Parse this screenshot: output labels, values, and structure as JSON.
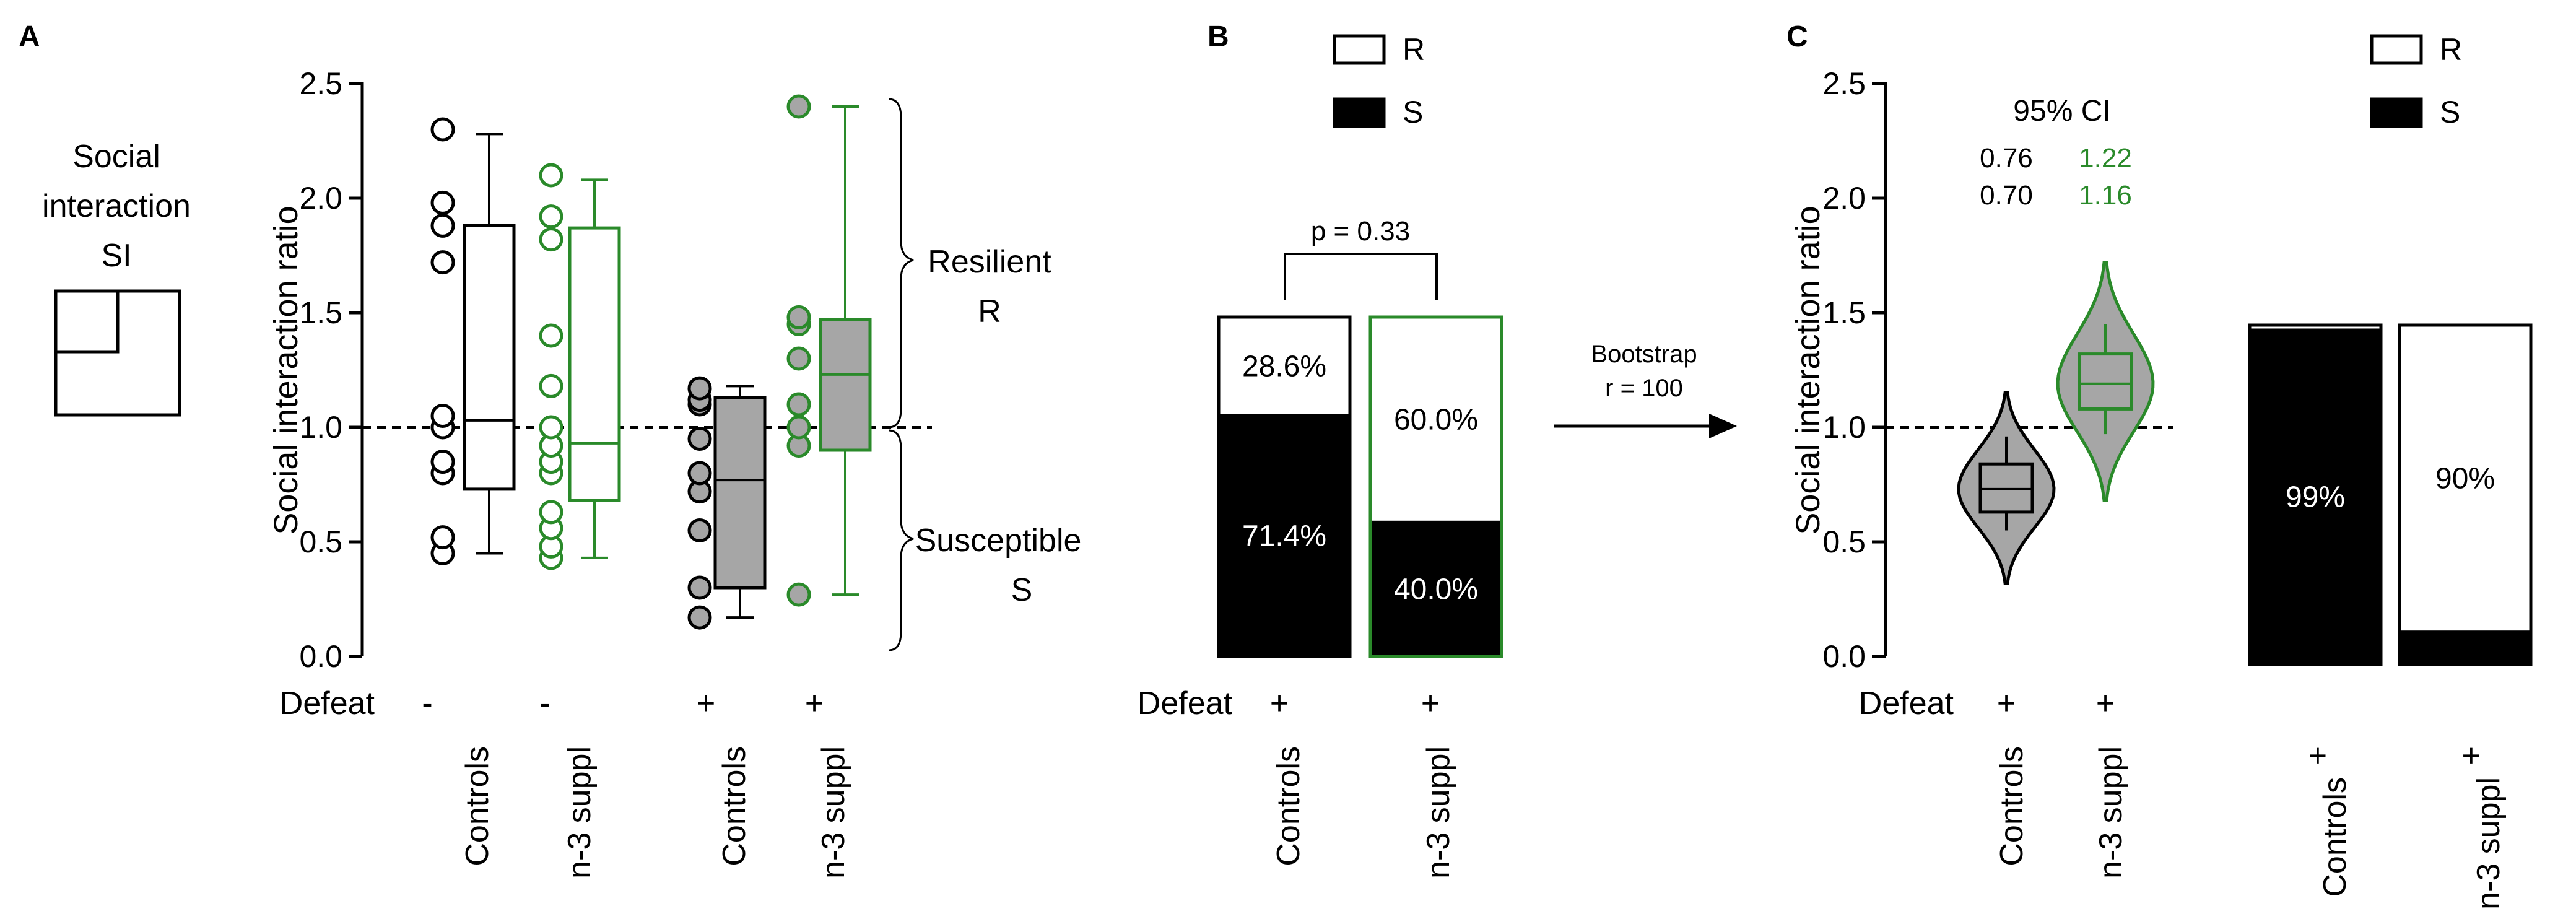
{
  "colors": {
    "black": "#000000",
    "green": "#2a8a2a",
    "gray": "#a6a6a6",
    "white": "#ffffff"
  },
  "panel_labels": {
    "a": "A",
    "b": "B",
    "c": "C"
  },
  "schematic": {
    "line1": "Social",
    "line2": "interaction",
    "line3": "SI"
  },
  "defeat_label": "Defeat",
  "annotations": {
    "resilient": "Resilient",
    "resilient_abbr": "R",
    "susceptible": "Susceptible",
    "susceptible_abbr": "S",
    "bootstrap": "Bootstrap",
    "bootstrap_r": "r = 100",
    "ci_title": "95% CI"
  },
  "chart_data": [
    {
      "panel": "A",
      "type": "box",
      "ylabel": "Social interaction ratio",
      "ylim": [
        0,
        2.5
      ],
      "yticks": [
        "0.0",
        "0.5",
        "1.0",
        "1.5",
        "2.0",
        "2.5"
      ],
      "threshold": 1.0,
      "groups": [
        {
          "name": "Controls",
          "defeat": "-",
          "color": "black",
          "fill": "white",
          "whisker": [
            0.45,
            2.28
          ],
          "q1": 0.73,
          "median": 1.03,
          "q3": 1.88,
          "points": [
            0.45,
            0.52,
            0.8,
            0.85,
            1.0,
            1.05,
            1.72,
            1.88,
            1.98,
            2.3
          ]
        },
        {
          "name": "n-3 suppl",
          "defeat": "-",
          "color": "green",
          "fill": "white",
          "whisker": [
            0.43,
            2.08
          ],
          "q1": 0.68,
          "median": 0.93,
          "q3": 1.87,
          "points": [
            0.43,
            0.48,
            0.56,
            0.63,
            0.8,
            0.85,
            0.92,
            1.0,
            1.18,
            1.4,
            1.82,
            1.92,
            2.1
          ]
        },
        {
          "name": "Controls",
          "defeat": "+",
          "color": "black",
          "fill": "gray",
          "whisker": [
            0.17,
            1.18
          ],
          "q1": 0.3,
          "median": 0.77,
          "q3": 1.13,
          "points": [
            0.17,
            0.3,
            0.55,
            0.72,
            0.8,
            0.95,
            1.1,
            1.12,
            1.17
          ]
        },
        {
          "name": "n-3 suppl",
          "defeat": "+",
          "color": "green",
          "fill": "gray",
          "whisker": [
            0.27,
            2.4
          ],
          "q1": 0.9,
          "median": 1.23,
          "q3": 1.47,
          "points": [
            0.27,
            0.92,
            1.0,
            1.1,
            1.3,
            1.45,
            1.48,
            2.4
          ]
        }
      ]
    },
    {
      "panel": "B",
      "type": "stacked_bar",
      "pvalue": "p = 0.33",
      "legend": [
        {
          "name": "R",
          "fill": "white"
        },
        {
          "name": "S",
          "fill": "black"
        }
      ],
      "groups": [
        {
          "name": "Controls",
          "defeat": "+",
          "color": "black",
          "R": 28.6,
          "S": 71.4,
          "R_label": "28.6%",
          "S_label": "71.4%"
        },
        {
          "name": "n-3 suppl",
          "defeat": "+",
          "color": "green",
          "R": 60.0,
          "S": 40.0,
          "R_label": "60.0%",
          "S_label": "40.0%"
        }
      ]
    },
    {
      "panel": "C",
      "type": "violin",
      "ylabel": "Social interaction ratio",
      "ylim": [
        0,
        2.5
      ],
      "yticks": [
        "0.0",
        "0.5",
        "1.0",
        "1.5",
        "2.0",
        "2.5"
      ],
      "threshold": 1.0,
      "ci": [
        {
          "group": "Controls",
          "upper": "0.76",
          "lower": "0.70",
          "color": "black"
        },
        {
          "group": "n-3 suppl",
          "upper": "1.22",
          "lower": "1.16",
          "color": "green"
        }
      ],
      "groups": [
        {
          "name": "Controls",
          "defeat": "+",
          "color": "black",
          "min": 0.32,
          "q1": 0.63,
          "median": 0.73,
          "q3": 0.84,
          "max": 1.15,
          "wlow": 0.55,
          "whigh": 0.96
        },
        {
          "name": "n-3 suppl",
          "defeat": "+",
          "color": "green",
          "min": 0.68,
          "q1": 1.08,
          "median": 1.19,
          "q3": 1.32,
          "max": 1.72,
          "wlow": 0.97,
          "whigh": 1.45
        }
      ]
    },
    {
      "panel": "C-right",
      "type": "stacked_bar",
      "legend": [
        {
          "name": "R",
          "fill": "white"
        },
        {
          "name": "S",
          "fill": "black"
        }
      ],
      "groups": [
        {
          "name": "Controls",
          "defeat": "+",
          "R": 1,
          "S": 99,
          "label": "99%",
          "label_segment": "S"
        },
        {
          "name": "n-3 suppl",
          "defeat": "+",
          "R": 90,
          "S": 10,
          "label": "90%",
          "label_segment": "R"
        }
      ]
    }
  ]
}
